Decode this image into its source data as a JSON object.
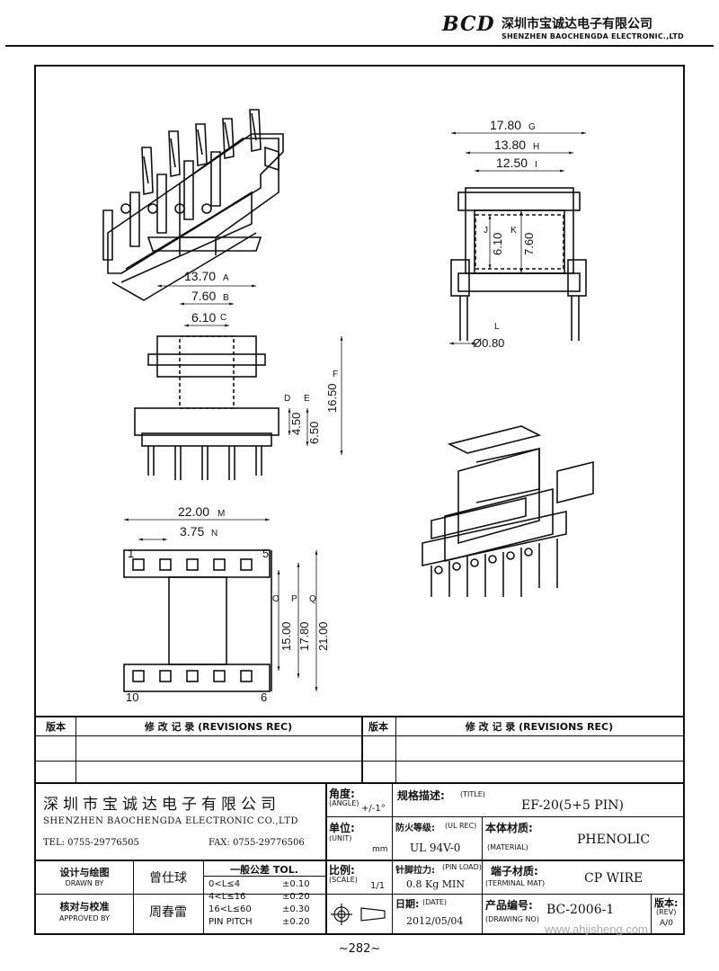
{
  "header": {
    "logo_text": "BCD",
    "company_cn": "深圳市宝诚达电子有限公司",
    "company_en": "SHENZHEN BAOCHENGDA ELECTRONIC.,LTD"
  },
  "drawing": {
    "top_view": {
      "d1": "17.80",
      "t1": "G",
      "d2": "13.80",
      "t2": "H",
      "d3": "12.50",
      "t3": "I",
      "d4": "6.10",
      "t4": "J",
      "d5": "7.60",
      "t5": "K",
      "d6": "Ø0.80",
      "t6": "L"
    },
    "front_view": {
      "d1": "13.70",
      "t1": "A",
      "d2": "7.60",
      "t2": "B",
      "d3": "6.10",
      "t3": "C",
      "d4": "4.50",
      "t4": "D",
      "d5": "6.50",
      "t5": "E",
      "d6": "16.50",
      "t6": "F"
    },
    "bottom_view": {
      "d1": "22.00",
      "t1": "M",
      "d2": "3.75",
      "t2": "N",
      "d3": "15.00",
      "t3": "O",
      "d4": "17.80",
      "t4": "P",
      "d5": "21.00",
      "t5": "Q",
      "pin1": "1",
      "pin5": "5",
      "pin10": "10",
      "pin6": "6"
    }
  },
  "revisions": {
    "ver_label": "版本",
    "rec_label": "修 改 记 录 (REVISIONS REC)"
  },
  "title_block": {
    "company_cn": "深圳市宝诚达电子有限公司",
    "company_en": "SHENZHEN BAOCHENGDA ELECTRONIC CO.,LTD",
    "tel": "TEL: 0755-29776505",
    "fax": "FAX: 0755-29776506",
    "angle_label": "角度:",
    "angle_en": "(ANGLE)",
    "angle_val": "+/-1°",
    "title_label": "规格描述:",
    "title_en": "(TITLE)",
    "title_val": "EF-20(5+5 PIN)",
    "unit_label": "单位:",
    "unit_en": "(UNIT)",
    "unit_val": "mm",
    "fire_label": "防火等级:",
    "fire_en": "(UL REC)",
    "fire_val": "UL 94V-0",
    "material_label": "本体材质:",
    "material_en": "(MATERIAL)",
    "material_val": "PHENOLIC",
    "designer_label": "设计与绘图",
    "designer_en": "DRAWN BY",
    "designer_val": "曾仕球",
    "tol_label": "一般公差 TOL.",
    "tol_rows": [
      {
        "range": "0<L≤4",
        "val": "±0.10"
      },
      {
        "range": "4<L≤16",
        "val": "±0.20"
      },
      {
        "range": "16<L≤60",
        "val": "±0.30"
      },
      {
        "range": "PIN PITCH",
        "val": "±0.20"
      }
    ],
    "scale_label": "比例:",
    "scale_en": "(SCALE)",
    "scale_val": "1/1",
    "pinload_label": "针脚拉力:",
    "pinload_en": "(PIN LOAD)",
    "pinload_val": "0.8 Kg MIN",
    "terminal_label": "端子材质:",
    "terminal_en": "(TERMINAL MAT)",
    "terminal_val": "CP WIRE",
    "checker_label": "核对与校准",
    "checker_en": "APPROVED BY",
    "checker_val": "周春雷",
    "date_label": "日期:",
    "date_en": "(DATE)",
    "date_val": "2012/05/04",
    "drawing_no_label": "产品编号:",
    "drawing_no_en": "(DRAWING NO)",
    "drawing_no_val": "BC-2006-1",
    "rev_label": "版本:",
    "rev_en": "(REV)",
    "rev_val": "A/0"
  },
  "watermark": "www.ahjisheng.com",
  "page_number": "~282~"
}
